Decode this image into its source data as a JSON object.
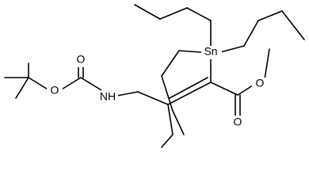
{
  "atoms": {
    "tin": "Sn",
    "nitrogen_with_h": "NH",
    "oxygens": [
      "O",
      "O",
      "O",
      "O"
    ]
  },
  "colors": {
    "bonds": "#000000",
    "background": "#ffffff"
  }
}
